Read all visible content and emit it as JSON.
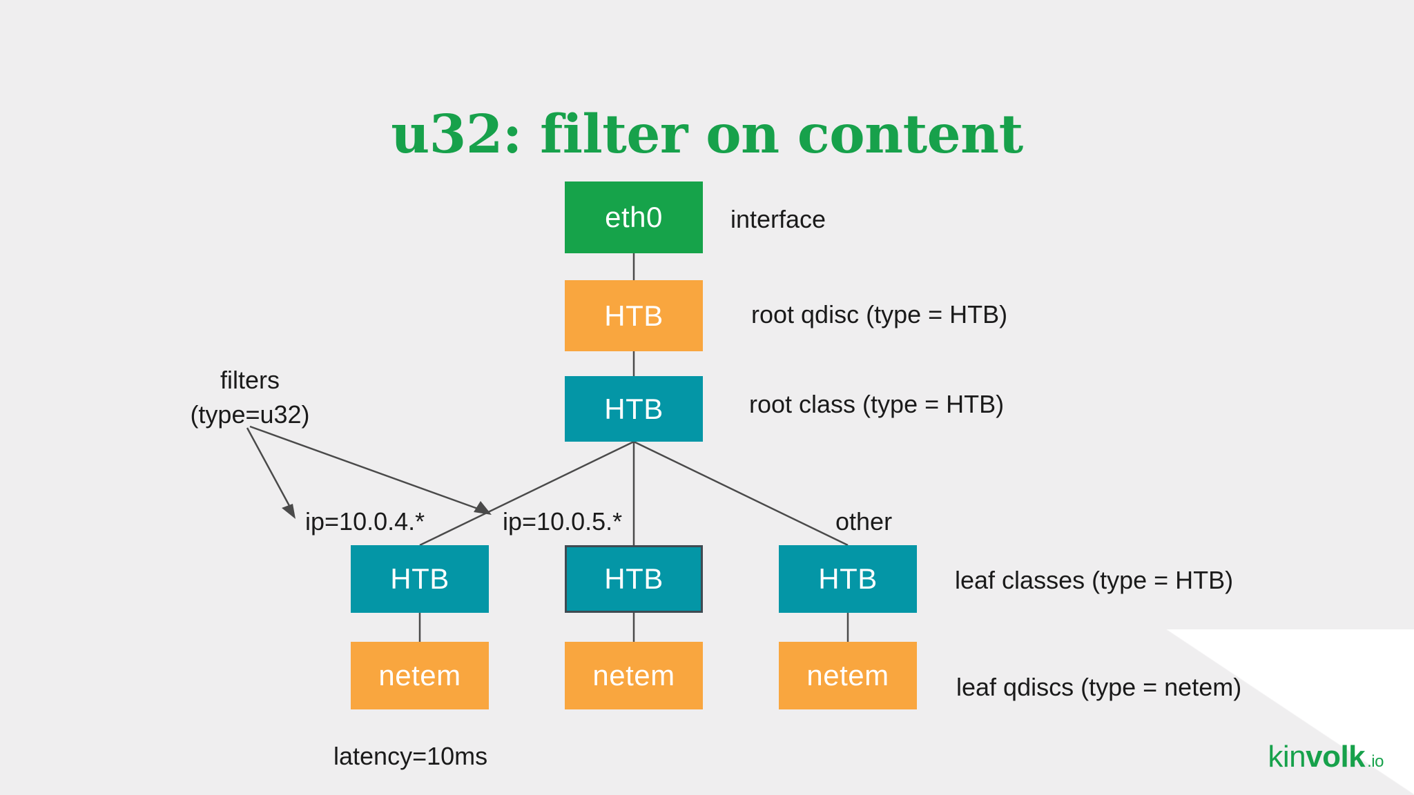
{
  "slide": {
    "title": "u32: filter on content",
    "background_color": "#EFEEEF",
    "title_color": "#17A14B"
  },
  "colors": {
    "interface": "#16A34A",
    "qdisc": "#F9A63F",
    "class": "#0496A6",
    "edge": "#4A4A4A",
    "text": "#1A1A1A"
  },
  "nodes": {
    "interface": {
      "label": "eth0",
      "type": "interface"
    },
    "root_qdisc": {
      "label": "HTB",
      "type": "qdisc"
    },
    "root_class": {
      "label": "HTB",
      "type": "class"
    },
    "leaf_class_1": {
      "label": "HTB",
      "type": "class"
    },
    "leaf_class_2": {
      "label": "HTB",
      "type": "class"
    },
    "leaf_class_3": {
      "label": "HTB",
      "type": "class"
    },
    "leaf_qdisc_1": {
      "label": "netem",
      "type": "qdisc"
    },
    "leaf_qdisc_2": {
      "label": "netem",
      "type": "qdisc"
    },
    "leaf_qdisc_3": {
      "label": "netem",
      "type": "qdisc"
    }
  },
  "row_labels": {
    "interface": "interface",
    "root_qdisc": "root qdisc (type = HTB)",
    "root_class": "root class (type = HTB)",
    "leaf_classes": "leaf classes (type = HTB)",
    "leaf_qdiscs": "leaf qdiscs (type = netem)"
  },
  "filters": {
    "caption_line1": "filters",
    "caption_line2": "(type=u32)",
    "match_1": "ip=10.0.4.*",
    "match_2": "ip=10.0.5.*",
    "match_3": "other"
  },
  "annotations": {
    "latency": "latency=10ms"
  },
  "logo": {
    "part1": "kin",
    "part2": "volk",
    "part3": ".io"
  }
}
